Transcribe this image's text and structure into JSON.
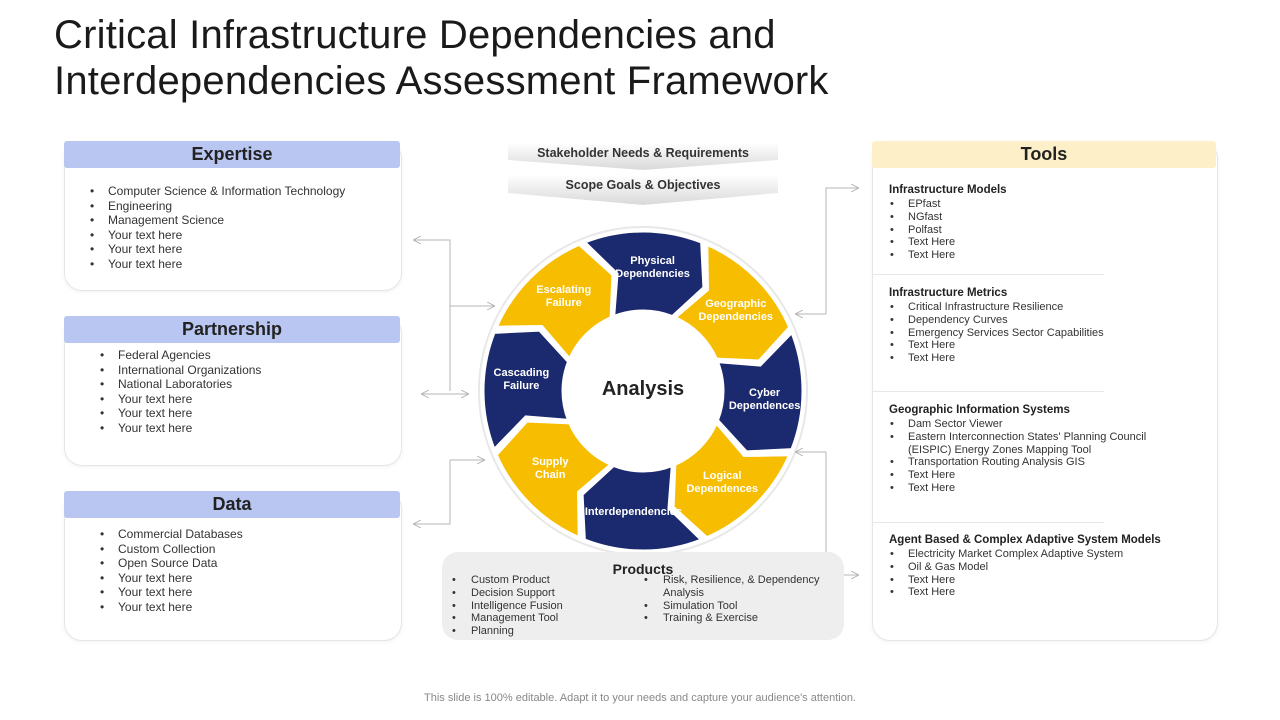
{
  "title_line1": "Critical Infrastructure Dependencies and",
  "title_line2": "Interdependencies Assessment Framework",
  "expertise": {
    "heading": "Expertise",
    "items": [
      "Computer Science & Information Technology",
      "Engineering",
      "Management Science",
      "Your text here",
      "Your text here",
      "Your text here"
    ]
  },
  "partnership": {
    "heading": "Partnership",
    "items": [
      "Federal Agencies",
      "International Organizations",
      "National Laboratories",
      "Your text here",
      "Your text here",
      "Your text here"
    ]
  },
  "data_card": {
    "heading": "Data",
    "items": [
      "Commercial Databases",
      "Custom Collection",
      "Open Source Data",
      "Your text here",
      "Your text here",
      "Your text here"
    ]
  },
  "banners": {
    "stakeholder": "Stakeholder Needs & Requirements",
    "scope": "Scope Goals & Objectives"
  },
  "cycle": {
    "center": "Analysis",
    "segments": [
      {
        "line1": "Physical",
        "line2": "Dependencies",
        "color": "#1b2a6e"
      },
      {
        "line1": "Geographic",
        "line2": "Dependencies",
        "color": "#f7bd00"
      },
      {
        "line1": "Cyber",
        "line2": "Dependences",
        "color": "#1b2a6e"
      },
      {
        "line1": "Logical",
        "line2": "Dependences",
        "color": "#f7bd00"
      },
      {
        "line1": "Interdependencies",
        "line2": "",
        "color": "#1b2a6e"
      },
      {
        "line1": "Supply",
        "line2": "Chain",
        "color": "#f7bd00"
      },
      {
        "line1": "Cascading",
        "line2": "Failure",
        "color": "#1b2a6e"
      },
      {
        "line1": "Escalating",
        "line2": "Failure",
        "color": "#f7bd00"
      }
    ]
  },
  "products": {
    "heading": "Products",
    "left": [
      "Custom Product",
      "Decision Support",
      "Intelligence Fusion",
      "Management Tool",
      "Planning"
    ],
    "right_first_line1": "Risk, Resilience, & Dependency",
    "right_first_line2": "Analysis",
    "right": [
      "Simulation Tool",
      "Training & Exercise"
    ]
  },
  "tools": {
    "heading": "Tools",
    "sections": [
      {
        "title": "Infrastructure Models",
        "items": [
          "EPfast",
          "NGfast",
          "Polfast",
          "Text Here",
          "Text Here"
        ]
      },
      {
        "title": "Infrastructure Metrics",
        "items": [
          "Critical Infrastructure Resilience",
          "Dependency Curves",
          "Emergency Services Sector Capabilities",
          "Text Here",
          "Text Here"
        ]
      },
      {
        "title": "Geographic Information Systems",
        "items": [
          "Dam Sector Viewer",
          "Eastern Interconnection States' Planning Council",
          "(EISPIC) Energy Zones Mapping Tool",
          "Transportation Routing Analysis GIS",
          "Text Here",
          "Text Here"
        ]
      },
      {
        "title": "Agent Based & Complex Adaptive System Models",
        "items": [
          "Electricity Market Complex Adaptive System",
          "Oil & Gas Model",
          "Text Here",
          "Text Here"
        ]
      }
    ]
  },
  "footer": "This slide is 100% editable. Adapt it to your needs and capture your audience's attention."
}
